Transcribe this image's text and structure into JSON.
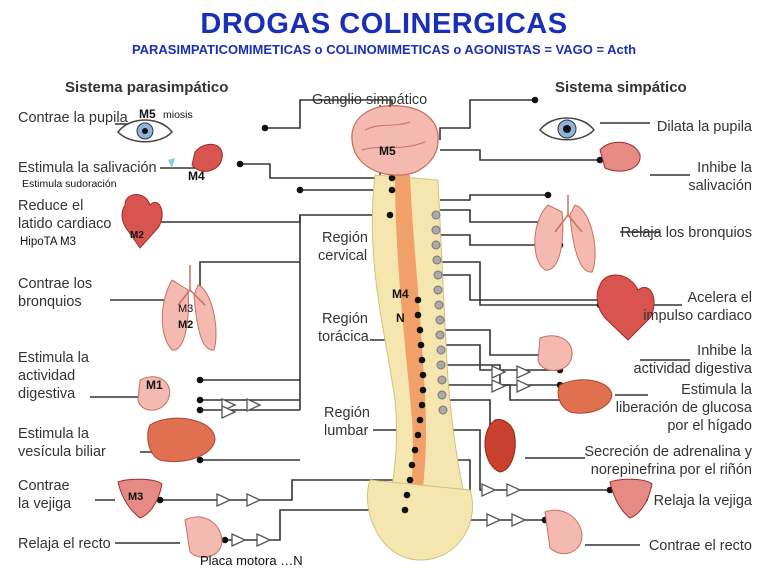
{
  "header": {
    "title": "DROGAS COLINERGICAS",
    "subtitle": "PARASIMPATICOMIMETICAS o COLINOMIMETICAS o AGONISTAS = VAGO = Acth"
  },
  "parasympathetic": {
    "heading": "Sistema parasimpático",
    "effects": [
      {
        "line1": "Contrae la pupila",
        "line2": ""
      },
      {
        "line1": "Estimula la salivación",
        "line2": ""
      },
      {
        "line1": "Reduce el",
        "line2": "latido cardiaco"
      },
      {
        "line1": "Contrae los",
        "line2": "bronquios"
      },
      {
        "line1": "Estimula la",
        "line2": "actividad",
        "line3": "digestiva"
      },
      {
        "line1": "Estimula la",
        "line2": "vesícula biliar"
      },
      {
        "line1": "Contrae",
        "line2": "la vejiga"
      },
      {
        "line1": "Relaja el recto",
        "line2": ""
      }
    ]
  },
  "sympathetic": {
    "heading": "Sistema simpático",
    "effects": [
      {
        "line1": "Dilata la pupila",
        "line2": ""
      },
      {
        "line1": "Inhibe la",
        "line2": "salivación"
      },
      {
        "line1": "Relaja los bronquios",
        "line2": ""
      },
      {
        "line1": "Acelera el",
        "line2": "impulso cardiaco"
      },
      {
        "line1": "Inhibe la",
        "line2": "actividad digestiva"
      },
      {
        "line1": "Estimula la",
        "line2": "liberación de glucosa",
        "line3": "por el hígado"
      },
      {
        "line1": "Secreción de adrenalina y",
        "line2": "norepinefrina por el riñón"
      },
      {
        "line1": "Relaja la vejiga",
        "line2": ""
      },
      {
        "line1": "Contrae el recto",
        "line2": ""
      }
    ]
  },
  "center": {
    "ganglion": "Ganglio simpático",
    "cervical": {
      "line1": "Región",
      "line2": "cervical"
    },
    "thoracic": {
      "line1": "Región",
      "line2": "torácica"
    },
    "lumbar": {
      "line1": "Región",
      "line2": "lumbar"
    }
  },
  "annotations": {
    "m5_eye": "M5",
    "miosis": "miosis",
    "m5_brain": "M5",
    "m4_salivary": "M4",
    "sudoracion": "Estimula sudoración",
    "m2_heart": "M2",
    "hipota": "HipoTA M3",
    "m3_lung": "M3",
    "m2_lung": "M2",
    "m4_spine": "M4",
    "n_spine": "N",
    "m1_digestive": "M1",
    "m3_bladder": "M3",
    "placa": "Placa motora …N"
  },
  "colors": {
    "title": "#1a2fb8",
    "nerve": "#333333",
    "spine": "#f2a06a",
    "bone": "#f5e6b0",
    "organ": "#d9534f",
    "organ_light": "#f4b9b0"
  }
}
